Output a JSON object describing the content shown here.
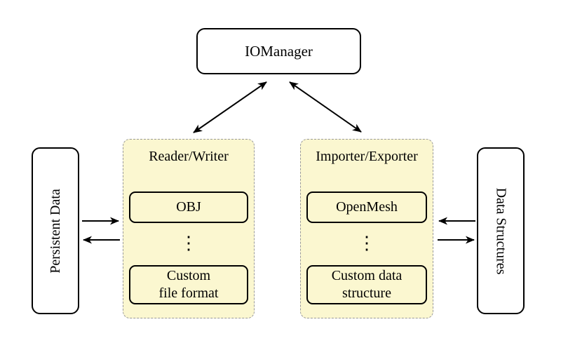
{
  "colors": {
    "background": "#ffffff",
    "group_fill": "#fbf7d0",
    "group_border": "#999999",
    "node_border": "#000000",
    "arrow": "#000000",
    "text": "#000000"
  },
  "nodes": {
    "iomanager": "IOManager",
    "persistent_data": "Persistent Data",
    "data_structures": "Data Structures"
  },
  "groups": {
    "reader_writer": {
      "title": "Reader/Writer",
      "items": [
        "OBJ"
      ],
      "custom_item": {
        "line1": "Custom",
        "line2": "file format"
      },
      "ellipsis": "⋮"
    },
    "importer_exporter": {
      "title": "Importer/Exporter",
      "items": [
        "OpenMesh"
      ],
      "custom_item": {
        "line1": "Custom data",
        "line2": "structure"
      },
      "ellipsis": "⋮"
    }
  },
  "edges": [
    {
      "from": "IOManager",
      "to": "Reader/Writer",
      "direction": "bidirectional"
    },
    {
      "from": "IOManager",
      "to": "Importer/Exporter",
      "direction": "bidirectional"
    },
    {
      "from": "Persistent Data",
      "to": "Reader/Writer",
      "direction": "forward"
    },
    {
      "from": "Reader/Writer",
      "to": "Persistent Data",
      "direction": "forward"
    },
    {
      "from": "Data Structures",
      "to": "Importer/Exporter",
      "direction": "forward"
    },
    {
      "from": "Importer/Exporter",
      "to": "Data Structures",
      "direction": "forward"
    }
  ]
}
